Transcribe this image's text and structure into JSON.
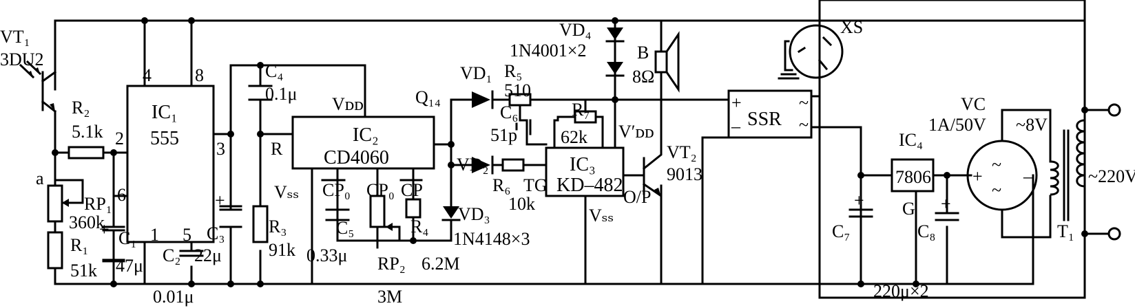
{
  "labels": {
    "vt1": "VT₁",
    "vt1_type": "3DU2",
    "r2": "R₂",
    "r2_val": "5.1k",
    "ic1": "IC₁",
    "ic1_type": "555",
    "pin4": "4",
    "pin8": "8",
    "pin2": "2",
    "pin3": "3",
    "pin6": "6",
    "pin1": "1",
    "pin5": "5",
    "node_a": "a",
    "rp1": "RP₁",
    "rp1_val": "360k",
    "r1": "R₁",
    "r1_val": "51k",
    "c1": "C₁",
    "c1_val": "47μ",
    "c2": "C₂",
    "c2_c3_val": "22μ",
    "c2_val": "0.01μ",
    "c3": "C₃",
    "c4": "C₄",
    "c4_val": "0.1μ",
    "r_pin": "R",
    "r3": "R₃",
    "r3_val": "91k",
    "vss_1": "Vₛₛ",
    "vdd_1": "Vᴅᴅ",
    "ic2": "IC₂",
    "ic2_type": "CD4060",
    "q14": "Q₁₄",
    "cp0_bar": "CP₀",
    "cp0": "CP₀",
    "cp_bar": "CP",
    "c5": "C₅",
    "c5_val": "0.33μ",
    "rp2": "RP₂",
    "rp2_val": "6.2M",
    "r4": "R₄",
    "r4_val": "3M",
    "vd1": "VD₁",
    "r5": "R₅",
    "r5_val": "510",
    "c6": "C₆",
    "c6_val": "51p",
    "r7": "R₇",
    "r7_val": "62k",
    "vd2": "VD₂",
    "r6": "R₆",
    "r6_val": "10k",
    "tg": "TG",
    "vd3": "VD₃",
    "vd3_type": "1N4148×3",
    "ic3": "IC₃",
    "ic3_type": "KD–482",
    "vdd_prime": "V′ᴅᴅ",
    "vss_2": "Vₛₛ",
    "op": "O/P",
    "vd4": "VD₄",
    "vd4_type": "1N4001×2",
    "b": "B",
    "b_val": "8Ω",
    "vt2": "VT₂",
    "vt2_type": "9013",
    "ssr": "SSR",
    "xs": "XS",
    "ic4": "IC₄",
    "ic4_type": "7806",
    "g": "G",
    "c7": "C₇",
    "c8": "C₈",
    "c78_val": "220μ×2",
    "vc": "VC",
    "vc_val": "1A/50V",
    "ac8": "~8V",
    "ac220": "~220V",
    "t1": "T₁",
    "plus": "+",
    "minus": "–",
    "tilde": "~"
  }
}
